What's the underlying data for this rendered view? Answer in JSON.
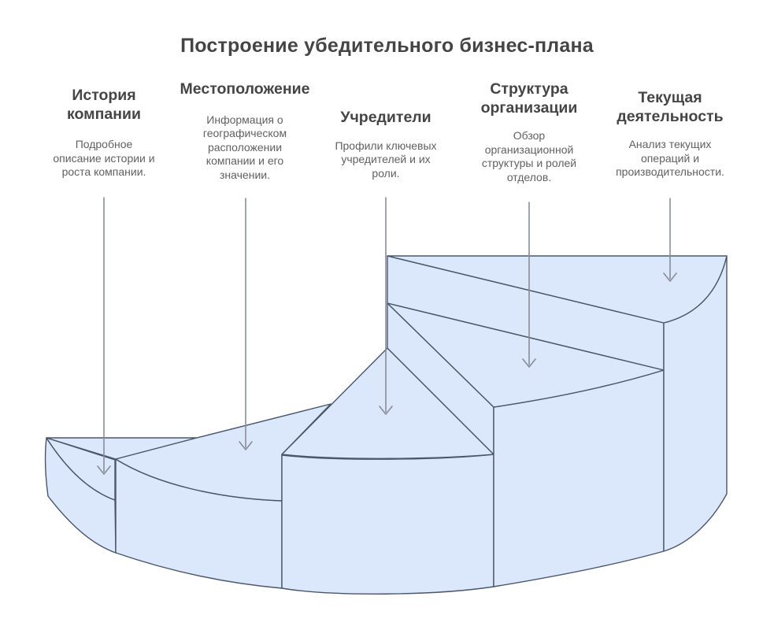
{
  "title": "Построение убедительного бизнес-плана",
  "steps": [
    {
      "heading_lines": [
        "История",
        "компании"
      ],
      "description_lines": [
        "Подробное",
        "описание истории и",
        "роста компании."
      ]
    },
    {
      "heading_lines": [
        "Местоположение"
      ],
      "description_lines": [
        "Информация о",
        "географическом",
        "расположении",
        "компании и его",
        "значении."
      ]
    },
    {
      "heading_lines": [
        "Учредители"
      ],
      "description_lines": [
        "Профили ключевых",
        "учредителей и их",
        "роли."
      ]
    },
    {
      "heading_lines": [
        "Структура",
        "организации"
      ],
      "description_lines": [
        "Обзор",
        "организационной",
        "структуры и ролей",
        "отделов."
      ]
    },
    {
      "heading_lines": [
        "Текущая",
        "деятельность"
      ],
      "description_lines": [
        "Анализ текущих",
        "операций и",
        "производительности."
      ]
    }
  ],
  "colors": {
    "background": "#ffffff",
    "face_fill": "#dbe7fa",
    "face_stroke": "#4a5669",
    "arrow": "#878d99",
    "title_text": "#454545",
    "body_text": "#616161"
  }
}
